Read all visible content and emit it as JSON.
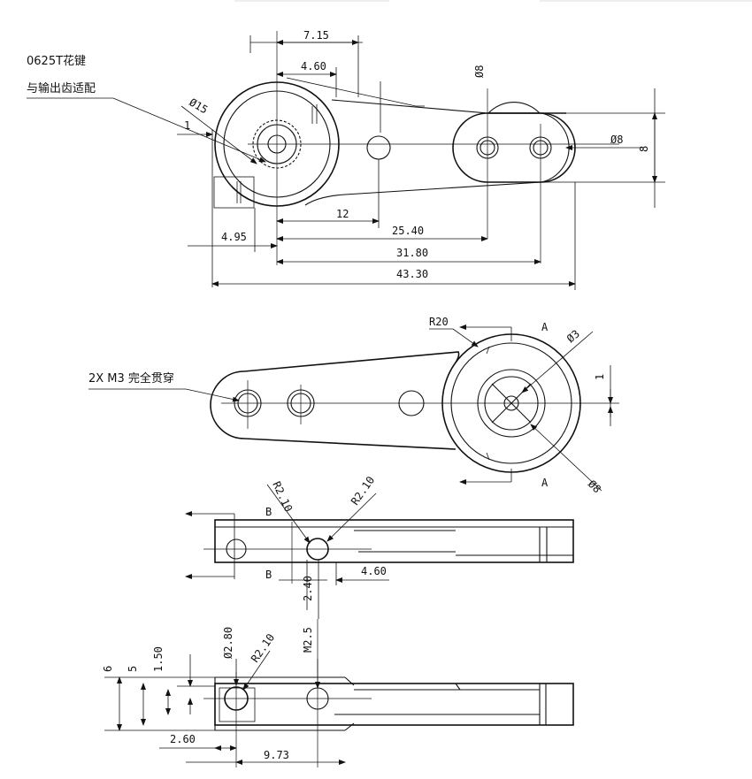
{
  "notes": {
    "spline_line1": "0625T花键",
    "spline_line2": "与输出齿适配",
    "holes": "2X M3 完全贯穿"
  },
  "view_top": {
    "d_7_15": "7.15",
    "d_4_60": "4.60",
    "d_phi15": "Ø15",
    "d_1": "1",
    "d_12": "12",
    "d_4_95": "4.95",
    "d_25_40": "25.40",
    "d_31_80": "31.80",
    "d_43_30": "43.30",
    "d_phi8_top": "Ø8",
    "d_phi8_right": "Ø8",
    "d_8": "8"
  },
  "view_plan": {
    "r20": "R20",
    "section_a_top": "A",
    "section_a_bottom": "A",
    "phi3": "Ø3",
    "phi8": "Ø8",
    "d_1": "1"
  },
  "view_side": {
    "r2_10_left": "R2.10",
    "r2_10_right": "R2.10",
    "section_b_top": "B",
    "section_b_bottom": "B",
    "d_4_60": "4.60",
    "d_2_40": "2.40"
  },
  "view_section": {
    "d_6": "6",
    "d_5": "5",
    "d_1_50": "1.50",
    "phi2_80": "Ø2.80",
    "r2_10": "R2.10",
    "m2_5": "M2.5",
    "d_2_60": "2.60",
    "d_9_73": "9.73"
  }
}
